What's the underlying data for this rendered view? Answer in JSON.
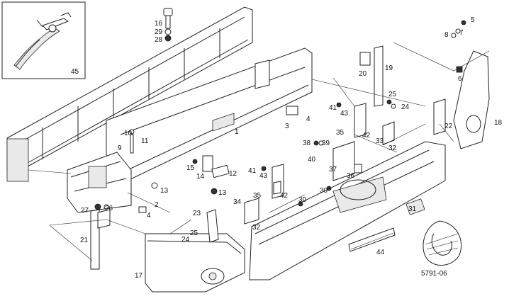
{
  "drawing_ref": "5791-06",
  "inset_label": "45",
  "callouts": [
    "1",
    "2",
    "3",
    "4",
    "4",
    "5",
    "6",
    "7",
    "8",
    "9",
    "10",
    "11",
    "12",
    "13",
    "13",
    "14",
    "15",
    "16",
    "17",
    "18",
    "19",
    "20",
    "21",
    "22",
    "23",
    "24",
    "24",
    "25",
    "25",
    "26",
    "27",
    "28",
    "29",
    "30",
    "30",
    "31",
    "32",
    "32",
    "33",
    "34",
    "35",
    "35",
    "36",
    "37",
    "38",
    "39",
    "40",
    "41",
    "41",
    "42",
    "42",
    "43",
    "43",
    "44"
  ]
}
